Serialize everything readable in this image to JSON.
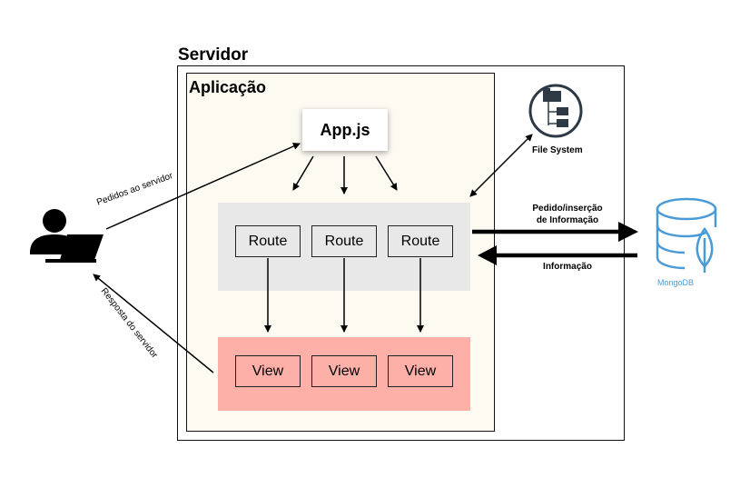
{
  "server": {
    "title": "Servidor"
  },
  "application": {
    "title": "Aplicação"
  },
  "appjs": {
    "label": "App.js"
  },
  "routes": [
    {
      "label": "Route"
    },
    {
      "label": "Route"
    },
    {
      "label": "Route"
    }
  ],
  "views": [
    {
      "label": "View"
    },
    {
      "label": "View"
    },
    {
      "label": "View"
    }
  ],
  "file_system": {
    "label": "File System",
    "icon": "folder-tree-icon"
  },
  "database": {
    "label": "MongoDB",
    "icon": "database-leaf-icon",
    "color": "#4a9ad6"
  },
  "connections": {
    "request_to_db": [
      "Pedido/inserção",
      "de Informação"
    ],
    "info_from_db": "Informação",
    "client_request": "Pedidos ao servidor",
    "server_response": "Resposta do servidor"
  },
  "colors": {
    "routes_panel": "#e8e8e8",
    "views_panel": "#fcb0a8",
    "app_background": "#fdfaf2"
  }
}
